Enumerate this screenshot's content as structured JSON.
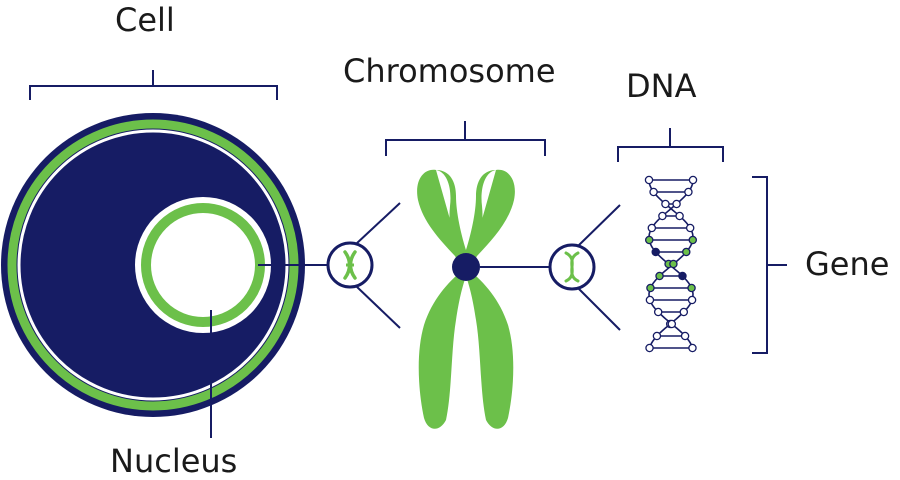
{
  "labels": {
    "cell": "Cell",
    "chromosome": "Chromosome",
    "dna": "DNA",
    "gene": "Gene",
    "nucleus": "Nucleus"
  },
  "colors": {
    "navy": "#161c64",
    "green": "#6cc04a",
    "white": "#ffffff",
    "text": "#1a1a1a"
  }
}
